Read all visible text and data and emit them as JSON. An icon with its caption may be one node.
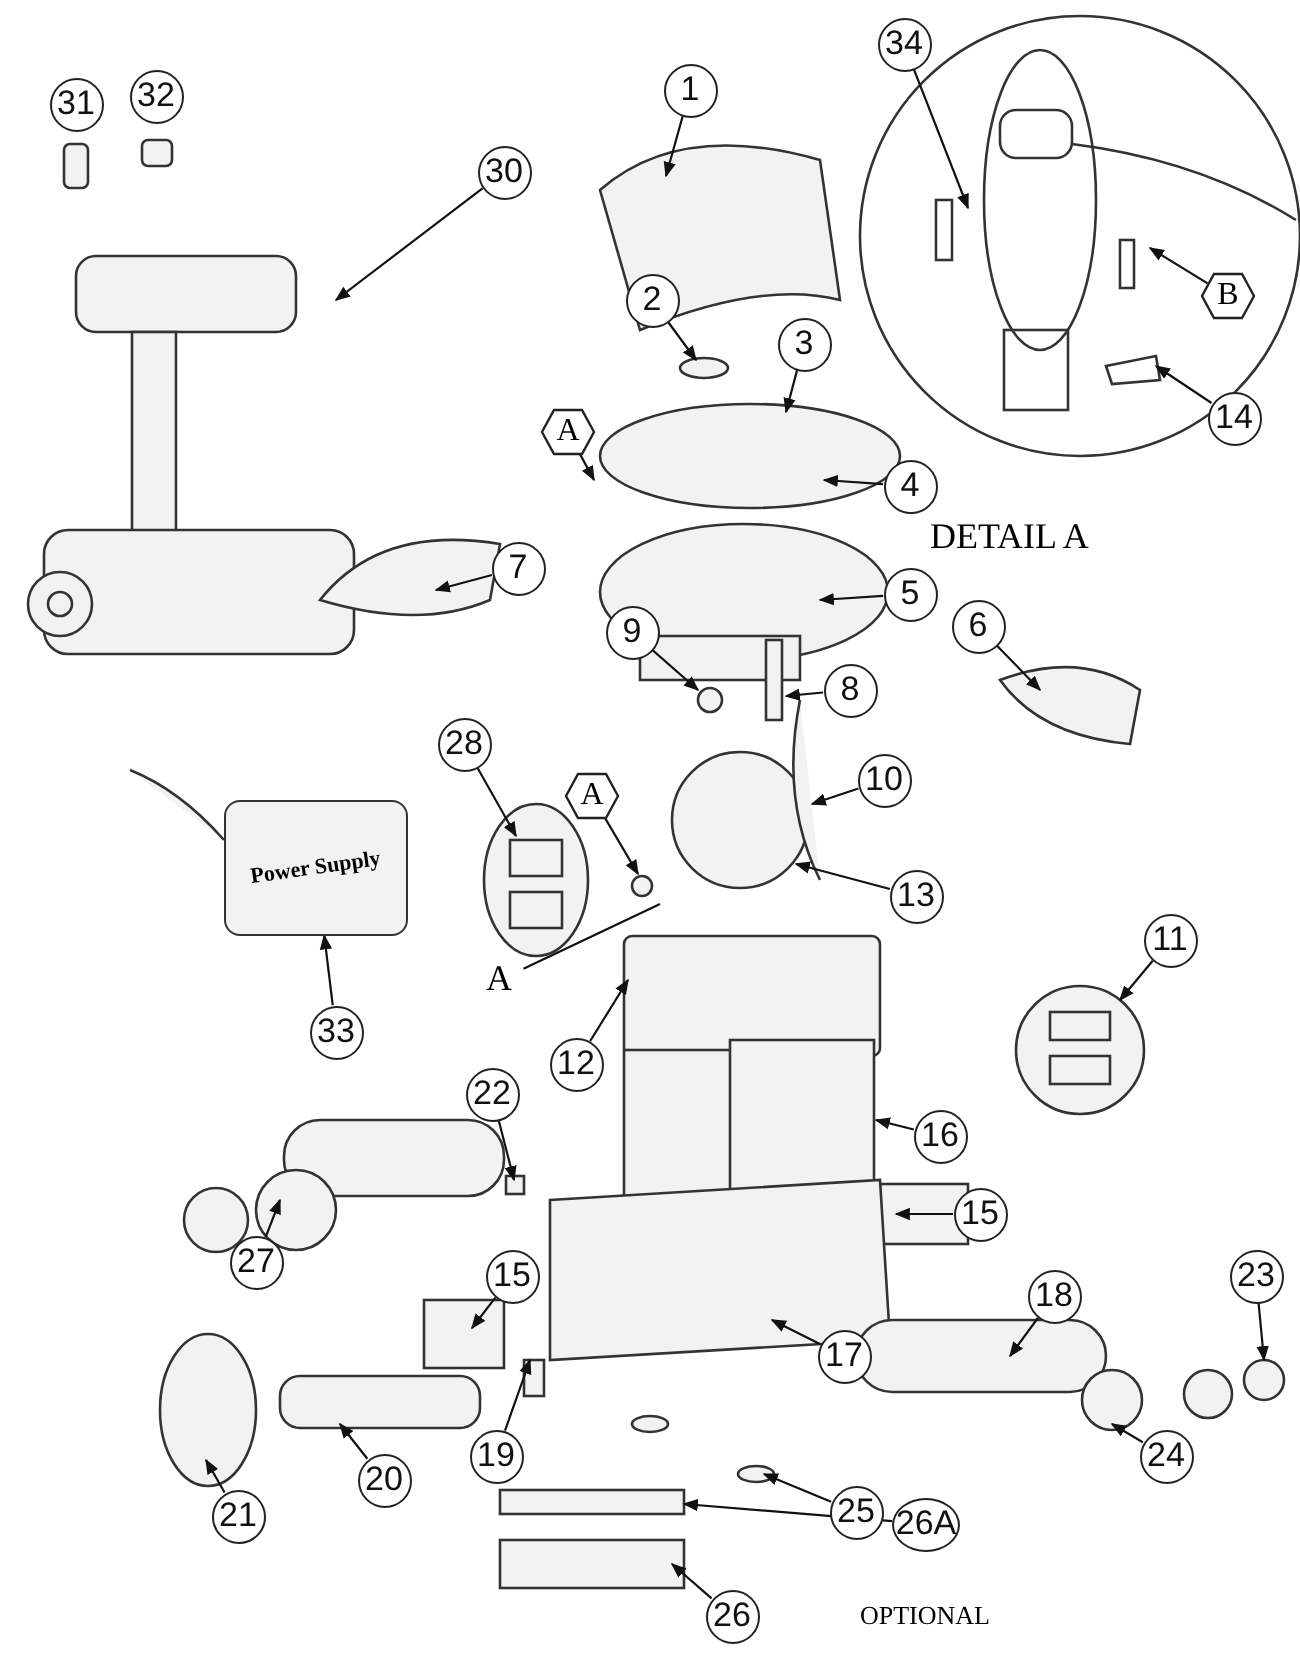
{
  "diagram": {
    "nodes": [
      {
        "text": [
          "31"
        ]
      },
      {
        "text": [
          "32"
        ]
      },
      {
        "text": [
          "30"
        ]
      },
      {
        "text": [
          "1"
        ]
      },
      {
        "text": [
          "2"
        ]
      },
      {
        "text": [
          "3"
        ]
      },
      {
        "text": [
          "4"
        ]
      },
      {
        "text": [
          "A"
        ]
      },
      {
        "text": [
          "5"
        ]
      },
      {
        "text": [
          "7"
        ]
      },
      {
        "text": [
          "9"
        ]
      },
      {
        "text": [
          "8"
        ]
      },
      {
        "text": [
          "6"
        ]
      },
      {
        "text": [
          "10"
        ]
      },
      {
        "text": [
          "28"
        ]
      },
      {
        "text": [
          "A"
        ]
      },
      {
        "text": [
          "13"
        ]
      },
      {
        "text": [
          "A"
        ]
      },
      {
        "text": [
          "33"
        ]
      },
      {
        "text": [
          "12"
        ]
      },
      {
        "text": [
          "11"
        ]
      },
      {
        "text": [
          "16"
        ]
      },
      {
        "text": [
          "22"
        ]
      },
      {
        "text": [
          "15"
        ]
      },
      {
        "text": [
          "15"
        ]
      },
      {
        "text": [
          "27"
        ]
      },
      {
        "text": [
          "18"
        ]
      },
      {
        "text": [
          "23"
        ]
      },
      {
        "text": [
          "17"
        ]
      },
      {
        "text": [
          "19"
        ]
      },
      {
        "text": [
          "20"
        ]
      },
      {
        "text": [
          "25"
        ]
      },
      {
        "text": [
          "24"
        ]
      },
      {
        "text": [
          "21"
        ]
      },
      {
        "text": [
          "26A"
        ]
      },
      {
        "text": [
          "26"
        ]
      },
      {
        "text": [
          "34"
        ]
      },
      {
        "text": [
          "B"
        ]
      },
      {
        "text": [
          "14"
        ]
      },
      {
        "text": [
          "Power Supply"
        ]
      }
    ],
    "edges": [
      {
        "from": 2,
        "to": null,
        "arrow": "to"
      },
      {
        "from": 3,
        "to": null,
        "arrow": "to"
      },
      {
        "from": 4,
        "to": null,
        "arrow": "to"
      },
      {
        "from": 5,
        "to": null,
        "arrow": "to"
      },
      {
        "from": 6,
        "to": null,
        "arrow": "to"
      },
      {
        "from": 7,
        "to": null,
        "arrow": "to"
      },
      {
        "from": 8,
        "to": null,
        "arrow": "to"
      },
      {
        "from": 9,
        "to": null,
        "arrow": "to"
      },
      {
        "from": 10,
        "to": null,
        "arrow": "to"
      },
      {
        "from": 11,
        "to": null,
        "arrow": "to"
      },
      {
        "from": 12,
        "to": null,
        "arrow": "to"
      },
      {
        "from": 13,
        "to": null,
        "arrow": "to"
      },
      {
        "from": 14,
        "to": null,
        "arrow": "to"
      },
      {
        "from": 15,
        "to": null,
        "arrow": "to"
      },
      {
        "from": 16,
        "to": null,
        "arrow": "to"
      },
      {
        "from": 17,
        "to": null,
        "arrow": "none"
      },
      {
        "from": 18,
        "to": 39,
        "arrow": "to"
      },
      {
        "from": 19,
        "to": null,
        "arrow": "to"
      },
      {
        "from": 20,
        "to": null,
        "arrow": "to"
      },
      {
        "from": 21,
        "to": null,
        "arrow": "to"
      },
      {
        "from": 22,
        "to": null,
        "arrow": "to"
      },
      {
        "from": 23,
        "to": null,
        "arrow": "to"
      },
      {
        "from": 24,
        "to": null,
        "arrow": "to"
      },
      {
        "from": 25,
        "to": null,
        "arrow": "to"
      },
      {
        "from": 26,
        "to": null,
        "arrow": "to"
      },
      {
        "from": 27,
        "to": null,
        "arrow": "to"
      },
      {
        "from": 28,
        "to": null,
        "arrow": "to"
      },
      {
        "from": 29,
        "to": null,
        "arrow": "to"
      },
      {
        "from": 30,
        "to": null,
        "arrow": "to"
      },
      {
        "from": 31,
        "to": null,
        "arrow": "to"
      },
      {
        "from": 32,
        "to": null,
        "arrow": "to"
      },
      {
        "from": 33,
        "to": null,
        "arrow": "to"
      },
      {
        "from": 34,
        "to": null,
        "arrow": "to"
      },
      {
        "from": 35,
        "to": null,
        "arrow": "to"
      },
      {
        "from": 36,
        "to": null,
        "arrow": "to"
      },
      {
        "from": 37,
        "to": null,
        "arrow": "to"
      },
      {
        "from": 38,
        "to": null,
        "arrow": "to"
      }
    ],
    "labels": [
      "DETAIL A",
      "OPTIONAL"
    ]
  }
}
